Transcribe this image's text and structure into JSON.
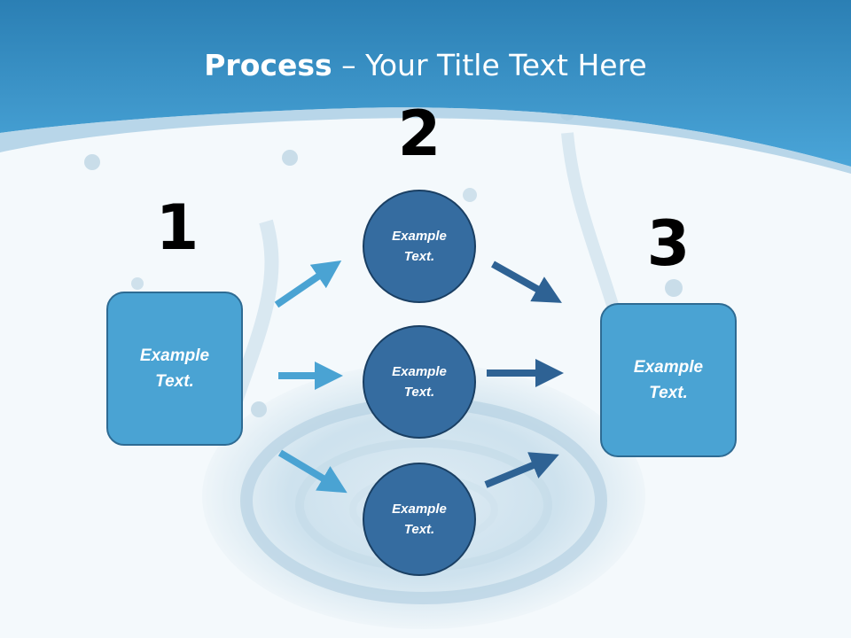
{
  "title": {
    "bold": "Process",
    "rest": " – Your Title Text Here"
  },
  "steps": {
    "one": "1",
    "two": "2",
    "three": "3"
  },
  "left_box": {
    "text": "Example Text."
  },
  "right_box": {
    "text": "Example Text."
  },
  "circles": [
    {
      "text": "Example Text."
    },
    {
      "text": "Example Text."
    },
    {
      "text": "Example Text."
    }
  ],
  "colors": {
    "header_blue": "#3a93c7",
    "box_blue": "#4aa3d3",
    "circle_blue": "#356ca0",
    "arrow_light": "#4aa3d3",
    "arrow_dark": "#2e6294"
  }
}
